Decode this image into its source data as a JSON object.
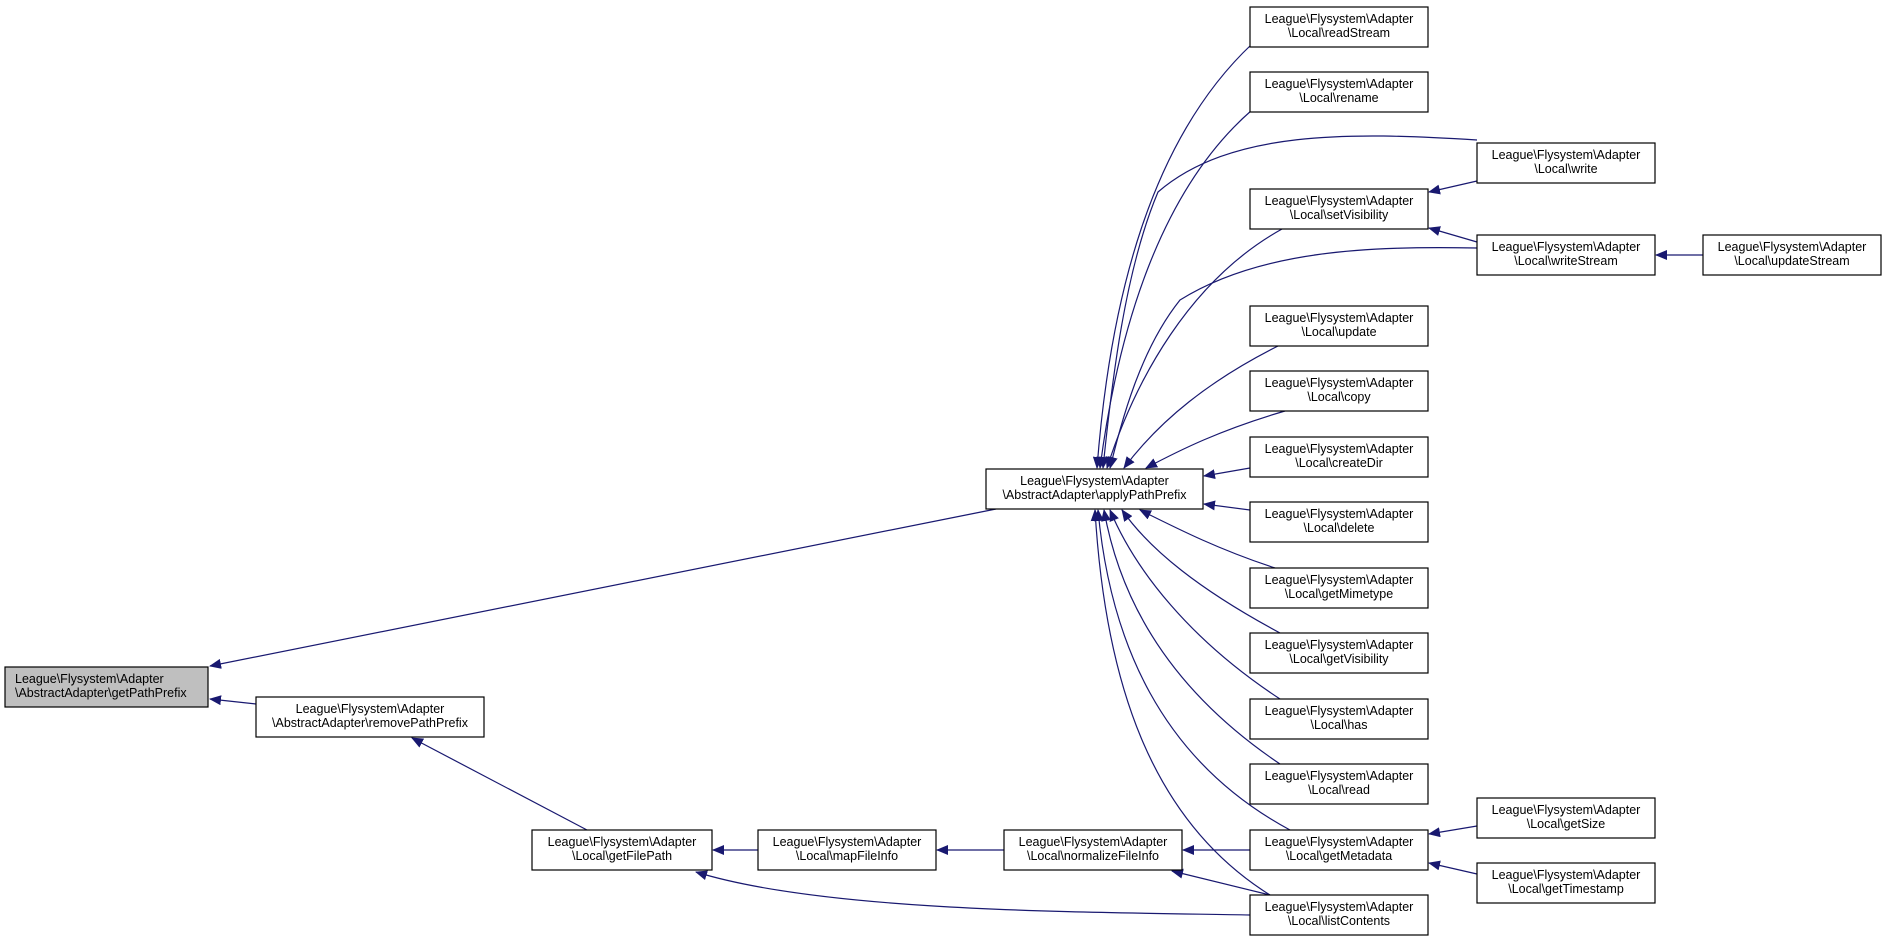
{
  "colors": {
    "edge": "#191970",
    "node_border": "#000000",
    "node_fill": "#ffffff",
    "highlight_fill": "#bfbfbf"
  },
  "nodes": [
    {
      "id": "getPathPrefix",
      "lines": [
        "League\\Flysystem\\Adapter",
        "\\AbstractAdapter\\getPathPrefix"
      ],
      "highlighted": true
    },
    {
      "id": "applyPathPrefix",
      "lines": [
        "League\\Flysystem\\Adapter",
        "\\AbstractAdapter\\applyPathPrefix"
      ]
    },
    {
      "id": "removePathPrefix",
      "lines": [
        "League\\Flysystem\\Adapter",
        "\\AbstractAdapter\\removePathPrefix"
      ]
    },
    {
      "id": "getFilePath",
      "lines": [
        "League\\Flysystem\\Adapter",
        "\\Local\\getFilePath"
      ]
    },
    {
      "id": "mapFileInfo",
      "lines": [
        "League\\Flysystem\\Adapter",
        "\\Local\\mapFileInfo"
      ]
    },
    {
      "id": "normalizeFileInfo",
      "lines": [
        "League\\Flysystem\\Adapter",
        "\\Local\\normalizeFileInfo"
      ]
    },
    {
      "id": "readStream",
      "lines": [
        "League\\Flysystem\\Adapter",
        "\\Local\\readStream"
      ]
    },
    {
      "id": "rename",
      "lines": [
        "League\\Flysystem\\Adapter",
        "\\Local\\rename"
      ]
    },
    {
      "id": "setVisibility",
      "lines": [
        "League\\Flysystem\\Adapter",
        "\\Local\\setVisibility"
      ]
    },
    {
      "id": "update",
      "lines": [
        "League\\Flysystem\\Adapter",
        "\\Local\\update"
      ]
    },
    {
      "id": "copy",
      "lines": [
        "League\\Flysystem\\Adapter",
        "\\Local\\copy"
      ]
    },
    {
      "id": "createDir",
      "lines": [
        "League\\Flysystem\\Adapter",
        "\\Local\\createDir"
      ]
    },
    {
      "id": "delete",
      "lines": [
        "League\\Flysystem\\Adapter",
        "\\Local\\delete"
      ]
    },
    {
      "id": "getMimetype",
      "lines": [
        "League\\Flysystem\\Adapter",
        "\\Local\\getMimetype"
      ]
    },
    {
      "id": "getVisibility",
      "lines": [
        "League\\Flysystem\\Adapter",
        "\\Local\\getVisibility"
      ]
    },
    {
      "id": "has",
      "lines": [
        "League\\Flysystem\\Adapter",
        "\\Local\\has"
      ]
    },
    {
      "id": "read",
      "lines": [
        "League\\Flysystem\\Adapter",
        "\\Local\\read"
      ]
    },
    {
      "id": "getMetadata",
      "lines": [
        "League\\Flysystem\\Adapter",
        "\\Local\\getMetadata"
      ]
    },
    {
      "id": "listContents",
      "lines": [
        "League\\Flysystem\\Adapter",
        "\\Local\\listContents"
      ]
    },
    {
      "id": "write",
      "lines": [
        "League\\Flysystem\\Adapter",
        "\\Local\\write"
      ]
    },
    {
      "id": "writeStream",
      "lines": [
        "League\\Flysystem\\Adapter",
        "\\Local\\writeStream"
      ]
    },
    {
      "id": "updateStream",
      "lines": [
        "League\\Flysystem\\Adapter",
        "\\Local\\updateStream"
      ]
    },
    {
      "id": "getSize",
      "lines": [
        "League\\Flysystem\\Adapter",
        "\\Local\\getSize"
      ]
    },
    {
      "id": "getTimestamp",
      "lines": [
        "League\\Flysystem\\Adapter",
        "\\Local\\getTimestamp"
      ]
    }
  ],
  "edges": [
    {
      "from": "applyPathPrefix",
      "to": "getPathPrefix"
    },
    {
      "from": "removePathPrefix",
      "to": "getPathPrefix"
    },
    {
      "from": "getFilePath",
      "to": "removePathPrefix"
    },
    {
      "from": "mapFileInfo",
      "to": "getFilePath"
    },
    {
      "from": "listContents",
      "to": "getFilePath"
    },
    {
      "from": "normalizeFileInfo",
      "to": "mapFileInfo"
    },
    {
      "from": "getMetadata",
      "to": "normalizeFileInfo"
    },
    {
      "from": "listContents",
      "to": "normalizeFileInfo"
    },
    {
      "from": "readStream",
      "to": "applyPathPrefix"
    },
    {
      "from": "rename",
      "to": "applyPathPrefix"
    },
    {
      "from": "write",
      "to": "applyPathPrefix"
    },
    {
      "from": "setVisibility",
      "to": "applyPathPrefix"
    },
    {
      "from": "writeStream",
      "to": "applyPathPrefix"
    },
    {
      "from": "update",
      "to": "applyPathPrefix"
    },
    {
      "from": "copy",
      "to": "applyPathPrefix"
    },
    {
      "from": "createDir",
      "to": "applyPathPrefix"
    },
    {
      "from": "delete",
      "to": "applyPathPrefix"
    },
    {
      "from": "getMimetype",
      "to": "applyPathPrefix"
    },
    {
      "from": "getVisibility",
      "to": "applyPathPrefix"
    },
    {
      "from": "has",
      "to": "applyPathPrefix"
    },
    {
      "from": "read",
      "to": "applyPathPrefix"
    },
    {
      "from": "getMetadata",
      "to": "applyPathPrefix"
    },
    {
      "from": "listContents",
      "to": "applyPathPrefix"
    },
    {
      "from": "write",
      "to": "setVisibility"
    },
    {
      "from": "writeStream",
      "to": "setVisibility"
    },
    {
      "from": "updateStream",
      "to": "writeStream"
    },
    {
      "from": "getSize",
      "to": "getMetadata"
    },
    {
      "from": "getTimestamp",
      "to": "getMetadata"
    }
  ]
}
